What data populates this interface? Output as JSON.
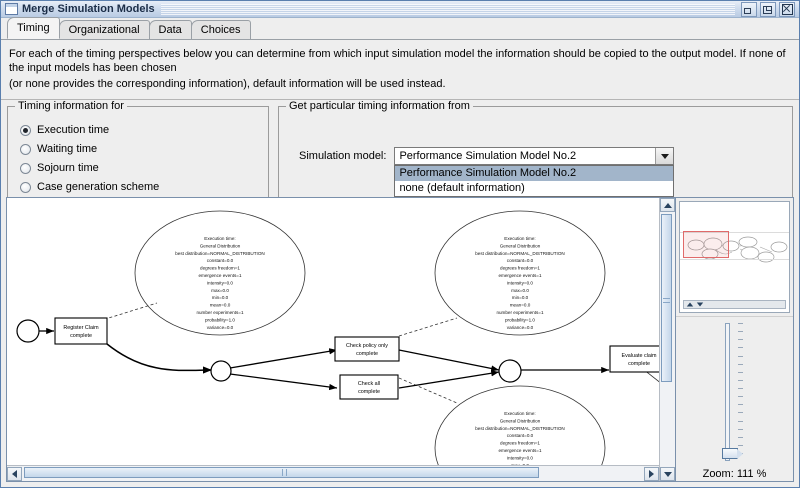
{
  "window": {
    "title": "Merge Simulation Models",
    "buttons": {
      "minimize": "Minimize",
      "maximize": "Maximize",
      "close": "Close"
    }
  },
  "tabs": [
    {
      "label": "Timing",
      "selected": true
    },
    {
      "label": "Organizational",
      "selected": false
    },
    {
      "label": "Data",
      "selected": false
    },
    {
      "label": "Choices",
      "selected": false
    }
  ],
  "description": {
    "line1": "For each of the timing perspectives below you can determine from which input simulation model the information should be copied to the output model.  If none of the input models has been chosen",
    "line2": "(or none provides the corresponding information), default information will be used instead."
  },
  "timing_group": {
    "legend": "Timing information for",
    "options": [
      {
        "label": "Execution time",
        "selected": true
      },
      {
        "label": "Waiting time",
        "selected": false
      },
      {
        "label": "Sojourn time",
        "selected": false
      },
      {
        "label": "Case generation scheme",
        "selected": false
      }
    ]
  },
  "source_group": {
    "legend": "Get particular timing information from",
    "field_label": "Simulation model:",
    "combo": {
      "value": "Performance Simulation Model No.2",
      "open": true,
      "options": [
        {
          "label": "Performance Simulation Model No.2",
          "highlighted": true
        },
        {
          "label": "none (default information)",
          "highlighted": false
        }
      ]
    }
  },
  "diagram": {
    "nodes": [
      {
        "id": "start",
        "type": "circle",
        "label": ""
      },
      {
        "id": "register",
        "type": "box",
        "label_line1": "Register Claim",
        "label_line2": "complete"
      },
      {
        "id": "split",
        "type": "circle",
        "label": ""
      },
      {
        "id": "policy",
        "type": "box",
        "label_line1": "Check policy only",
        "label_line2": "complete"
      },
      {
        "id": "checkall",
        "type": "box",
        "label_line1": "Check all",
        "label_line2": "complete"
      },
      {
        "id": "join",
        "type": "circle",
        "label": ""
      },
      {
        "id": "evaluate",
        "type": "box",
        "label_line1": "Evaluate claim",
        "label_line2": "complete"
      }
    ],
    "annotation": {
      "title": "Execution time:",
      "lines": [
        "General Distribution",
        "best distribution=NORMAL_DISTRIBUTION",
        "constant=0.0",
        "degrees freedom=1",
        "emergence events=1",
        "intensity=0.0",
        "max=0.0",
        "min=0.0",
        "mean=0.0",
        "number experiments=1",
        "probability=1.0",
        "variance=0.0"
      ]
    }
  },
  "side_panel": {
    "zoom_label": "Zoom: 111 %"
  },
  "colors": {
    "title_bar": "#b9cbe3",
    "panel": "#eeeeee",
    "selection": "#a2b5ca",
    "viewport_outline": "#e06a6a",
    "window_border": "#5a7fae"
  }
}
